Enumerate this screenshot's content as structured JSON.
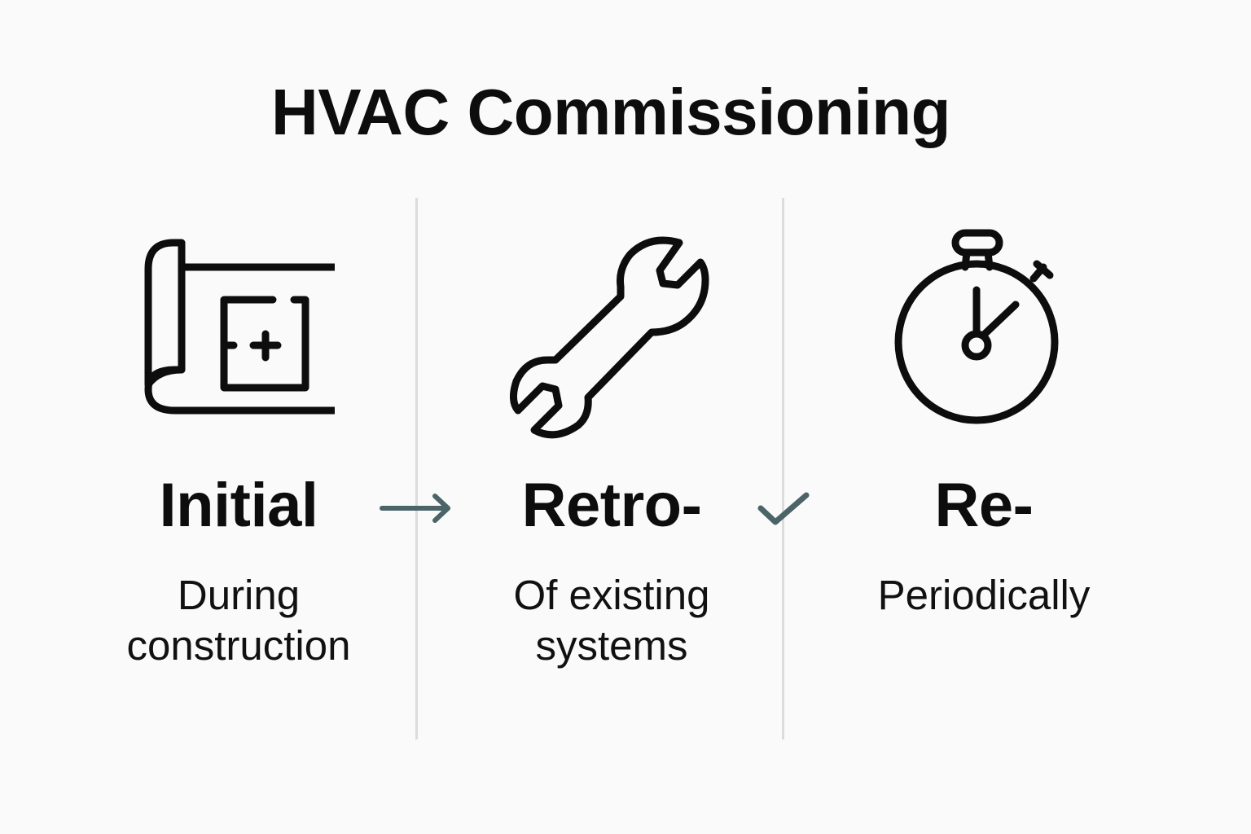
{
  "title": "HVAC Commissioning",
  "colors": {
    "background": "#fafafa",
    "text": "#0d0d0d",
    "divider": "#dcdcdc",
    "connector": "#4a6468"
  },
  "columns": [
    {
      "icon": "blueprint-icon",
      "label": "Initial",
      "description_lines": [
        "During",
        "construction"
      ]
    },
    {
      "icon": "wrench-icon",
      "label": "Retro-",
      "description_lines": [
        "Of existing",
        "systems"
      ]
    },
    {
      "icon": "stopwatch-icon",
      "label": "Re-",
      "description_lines": [
        "Periodically"
      ]
    }
  ],
  "connectors": [
    {
      "icon": "arrow-right-icon",
      "between": [
        "Initial",
        "Retro-"
      ]
    },
    {
      "icon": "checkmark-icon",
      "between": [
        "Retro-",
        "Re-"
      ]
    }
  ]
}
